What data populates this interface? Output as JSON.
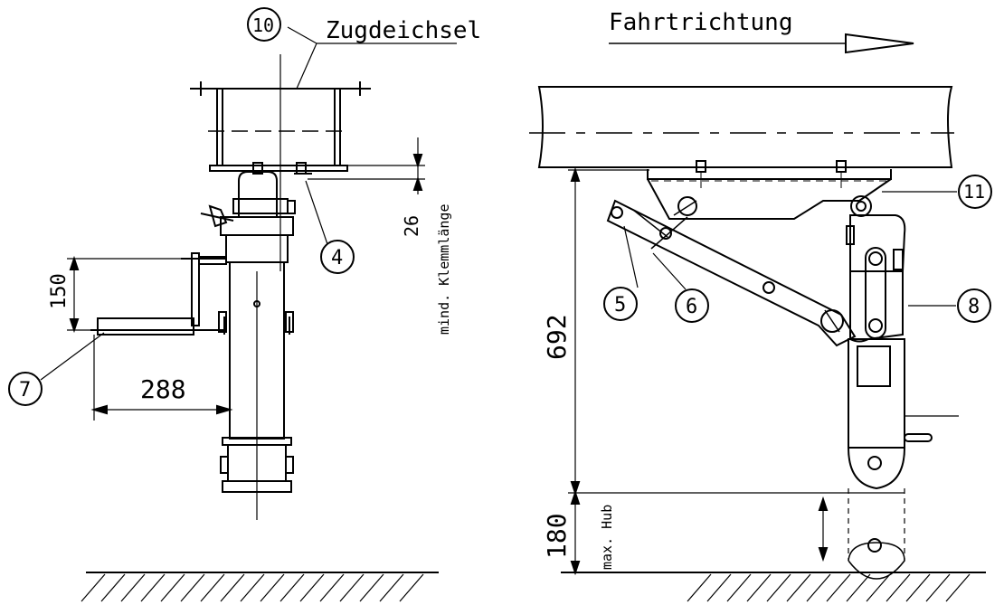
{
  "labels": {
    "zugdeichsel": "Zugdeichsel",
    "fahrtrichtung": "Fahrtrichtung",
    "mind_klemmlaenge": "mind. Klemmlänge",
    "max_hub": "max. Hub"
  },
  "dimensions": {
    "d26": "26",
    "d150": "150",
    "d288": "288",
    "d692": "692",
    "d180": "180"
  },
  "callouts": {
    "c4": "4",
    "c5": "5",
    "c6": "6",
    "c7": "7",
    "c8": "8",
    "c10": "10",
    "c11": "11"
  },
  "colors": {
    "line": "#000000",
    "background": "#ffffff"
  }
}
